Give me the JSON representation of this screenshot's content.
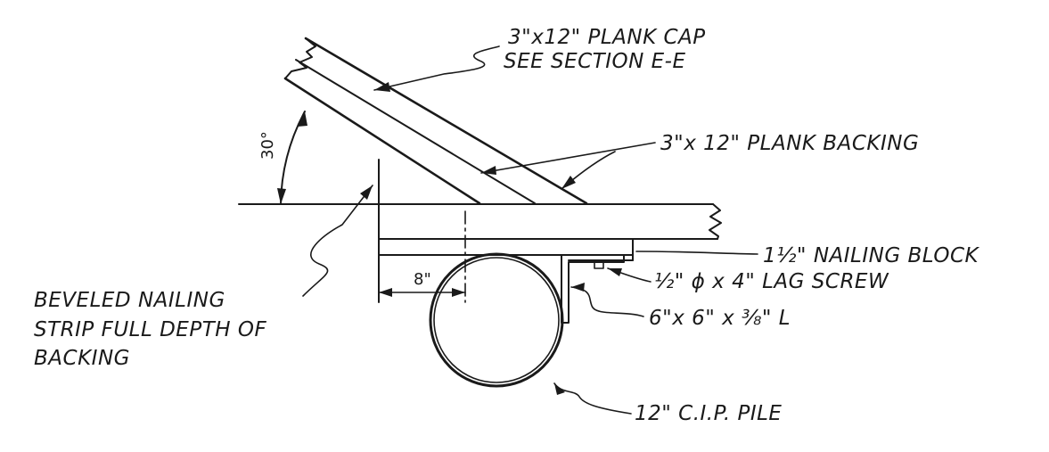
{
  "labels": {
    "plank_cap_1": "3\"x12\" PLANK CAP",
    "plank_cap_2": "SEE SECTION  E-E",
    "plank_backing": "3\"x 12\" PLANK BACKING",
    "nailing_block": "1½\" NAILING BLOCK",
    "lag_screw": "½\" ϕ x 4\" LAG SCREW",
    "angle": "6\"x 6\" x ⅜\" L",
    "beveled_1": "BEVELED NAILING",
    "beveled_2": "STRIP  FULL DEPTH OF",
    "beveled_3": "BACKING",
    "pile": "12\"  C.I.P. PILE",
    "angle_dim": "30°",
    "offset_dim": "8\""
  }
}
